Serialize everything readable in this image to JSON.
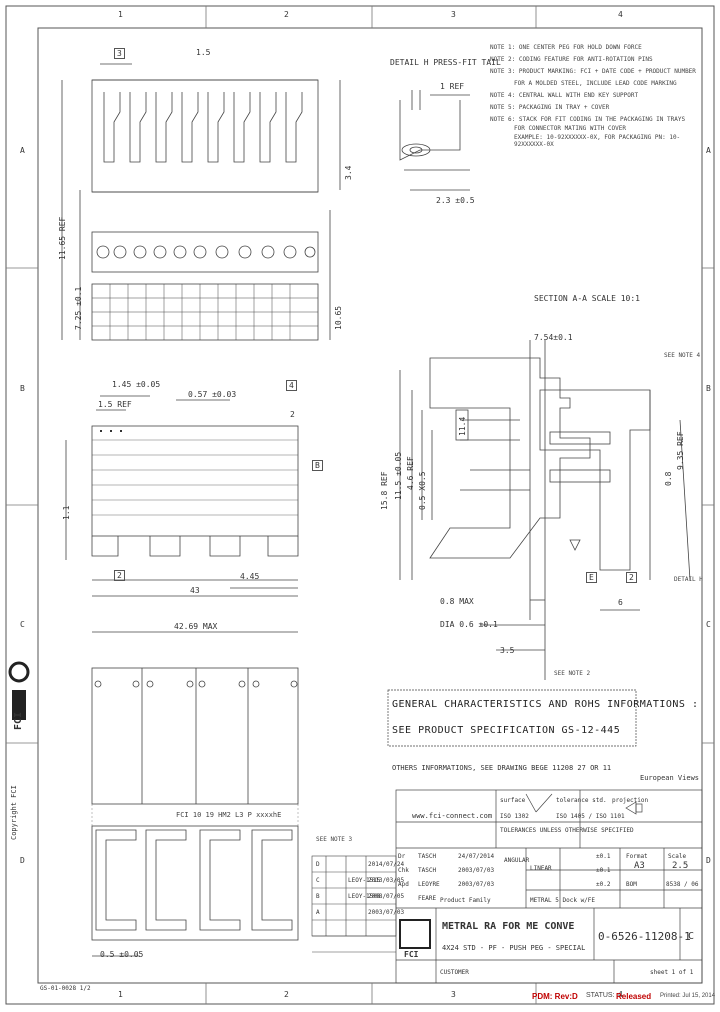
{
  "frame": {
    "col_labels": [
      "1",
      "2",
      "3",
      "4"
    ],
    "row_labels": [
      "A",
      "B",
      "C",
      "D"
    ]
  },
  "top_left_view": {
    "dim_top_a": "3",
    "dim_top_b": "1.5",
    "dim_right": "3.4",
    "dim_left_main": "11.65 REF",
    "dim_left_sub": "7.25 ±0.1",
    "dim_right_lower": "10.65"
  },
  "detail_view": {
    "title": "DETAIL H PRESS-FIT TAIL",
    "ref": "1 REF",
    "dim": "2.3 ±0.5"
  },
  "notes": [
    "NOTE 1: ONE CENTER PEG FOR HOLD DOWN FORCE",
    "NOTE 2: CODING FEATURE FOR ANTI-ROTATION PINS",
    "NOTE 3: PRODUCT MARKING: FCI + DATE CODE + PRODUCT NUMBER",
    "FOR A MOLDED STEEL, INCLUDE LEAD CODE MARKING",
    "NOTE 4: CENTRAL WALL WITH END KEY SUPPORT",
    "NOTE 5: PACKAGING IN TRAY + COVER",
    "NOTE 6: STACK FOR FIT CODING IN THE PACKAGING IN TRAYS",
    "FOR CONNECTOR MATING WITH COVER",
    "EXAMPLE: 10-92XXXXXX-0X, FOR PACKAGING PN: 10-92XXXXXX-0X"
  ],
  "section_view": {
    "title": "SECTION A-A   SCALE 10:1",
    "dim_top": "7.54±0.1",
    "see_note": "SEE NOTE 4",
    "dims_vertical": [
      "15.8 REF",
      "11.5 ±0.05",
      "4.6 REF",
      "0.5 X0.5"
    ],
    "dim_inner": "11.4",
    "dims_right": [
      "0.8",
      "9.35 REF"
    ],
    "dim_bot_a": "0.8 MAX",
    "dim_bot_b": "DIA 0.6 ±0.1",
    "dim_bot_c": "3.5",
    "see_note_bottom": "SEE NOTE 2",
    "label_e": "E",
    "label_2": "2",
    "label_6": "6",
    "label_right": "DETAIL H"
  },
  "front_view": {
    "dim_a": "1.45 ±0.05",
    "dim_b": "1.5 REF",
    "dim_c": "0.57 ±0.03",
    "dim_d": "4",
    "dim_e": "2",
    "dim_left": "1.1",
    "dim_bottom_a": "2",
    "dim_bottom_b": "4.45",
    "dim_bottom_total": "43",
    "dim_right_box": "B"
  },
  "bottom_view": {
    "dim_total": "42.69 MAX",
    "marking": "FCI 10 19   HM2 L3 P xxxxhE",
    "see_note": "SEE NOTE 3",
    "dim_bottom": "0.5 ±0.05"
  },
  "characteristics": {
    "line1": "GENERAL CHARACTERISTICS AND ROHS INFORMATIONS :",
    "line2": "SEE PRODUCT SPECIFICATION GS-12-445",
    "line3": "OTHERS INFORMATIONS, SEE DRAWING BEGE 11208 27 OR 11",
    "views": "European Views"
  },
  "title_block": {
    "company_note": "www.fci-connect.com",
    "surface": "surface",
    "tolerance": "tolerance std.",
    "projection": "projection",
    "unit_note": "TOLERANCES UNLESS OTHERWISE SPECIFIED",
    "iso1": "ISO 1302",
    "iso2": "ISO 1405 / ISO 1101",
    "angular": "ANGULAR",
    "linear": "LINEAR",
    "tol_a": "±0.1",
    "tol_b": "±0.1",
    "tol_c": "±0.2",
    "format": "A3",
    "scale": "2.5",
    "scale_label": "Scale",
    "bom": "BOM",
    "format_label": "Format",
    "drawn_label": "Dr",
    "checked_label": "Chk",
    "approved_label": "Apd",
    "dates": [
      "24/07/2014",
      "2003/07/03",
      "2003/07/03",
      "2003/07/03"
    ],
    "names": [
      "TASCH",
      "TASCH",
      "LEOYRE",
      "FEARE"
    ],
    "material": "METRAL 5 Dock w/FE",
    "product_family": "Product Family",
    "title_main": "METRAL RA FOR ME CONVE",
    "title_sub": "4X24 STD - PF - PUSH PEG - SPECIAL",
    "part_no": "0-6526-11208-1",
    "rev": "C",
    "customer": "CUSTOMER",
    "sheet": "sheet 1 of 1",
    "copyright": "Copyright FCI",
    "logo_side": "FCI",
    "bottom_left_code": "GS-01-0028 1/2",
    "small_code": "8538 / 06"
  },
  "revision_table": {
    "headers": [
      "D",
      "C",
      "B",
      "A"
    ],
    "rows": [
      [
        "D",
        "",
        "",
        "2014/07/24"
      ],
      [
        "C",
        "",
        "LEOY-1515",
        "2013/03/05"
      ],
      [
        "B",
        "",
        "LEOY-1508",
        "2008/07/05"
      ],
      [
        "A",
        "",
        "",
        "2003/07/03"
      ]
    ]
  },
  "footer": {
    "pdm": "PDM: Rev:D",
    "status_label": "STATUS:",
    "status": "Released",
    "printed": "Printed: Jul 15, 2014"
  }
}
